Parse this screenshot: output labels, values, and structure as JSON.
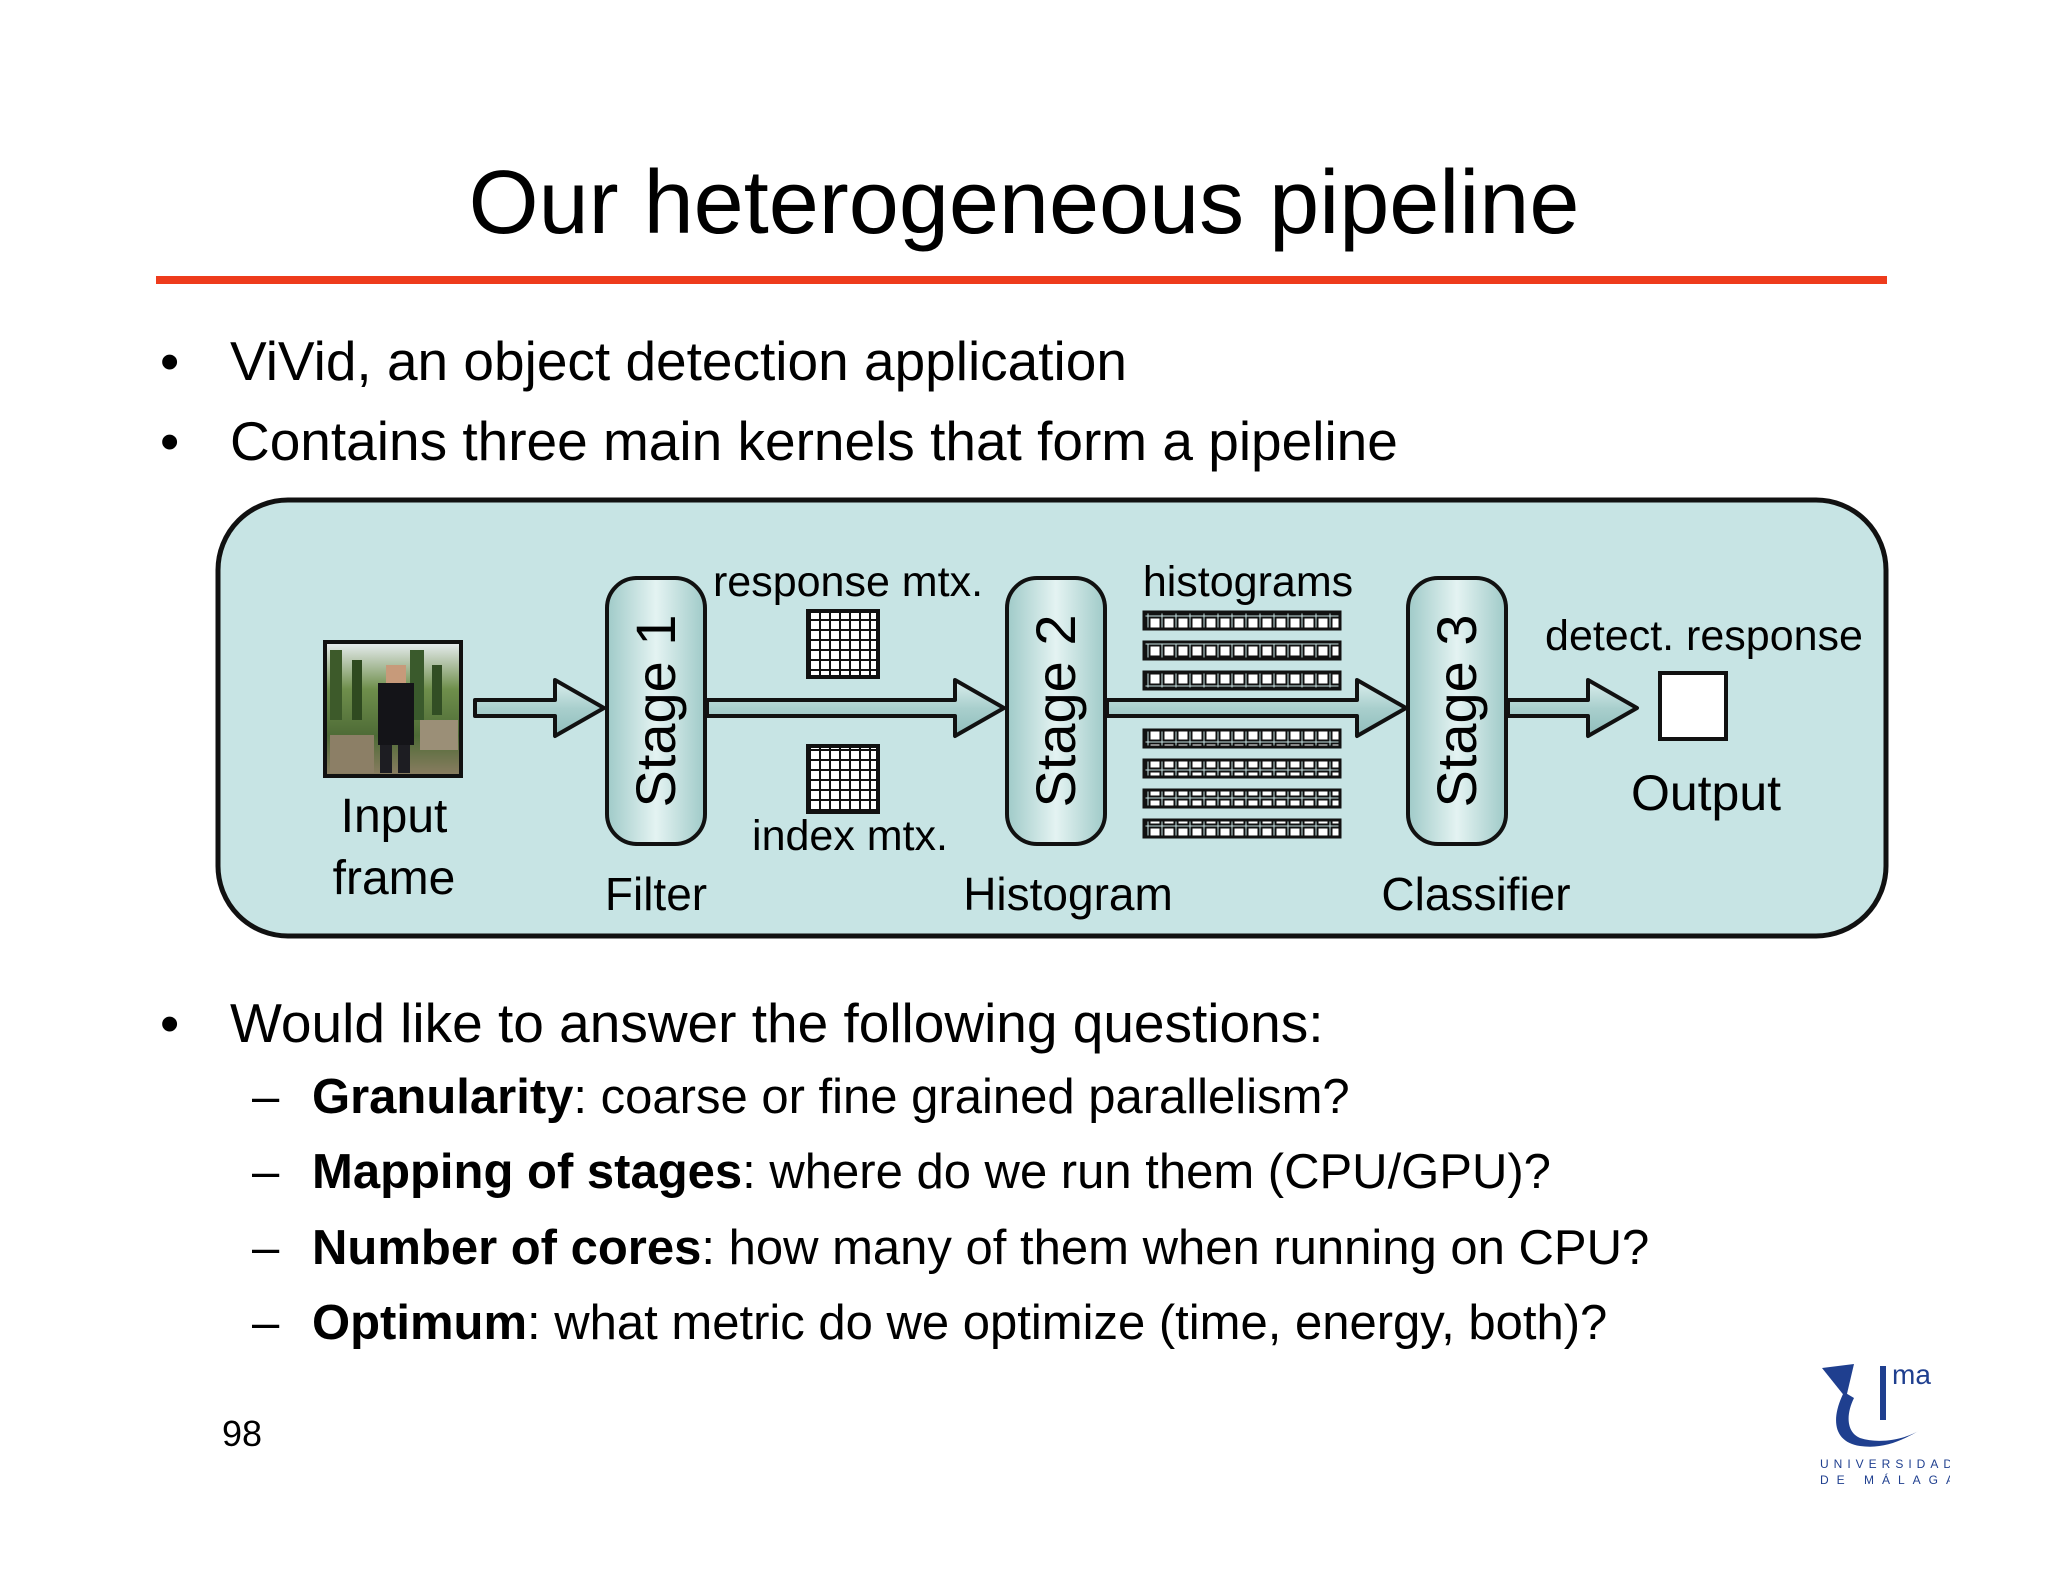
{
  "slide": {
    "title": "Our heterogeneous pipeline",
    "number": "98",
    "accent_color": "#ee3b1c"
  },
  "bullets": [
    {
      "text": "ViVid, an object detection application"
    },
    {
      "text": "Contains three main kernels that form a pipeline"
    },
    {
      "text": "Would like to answer the following questions:"
    }
  ],
  "questions": [
    {
      "term": "Granularity",
      "rest": ": coarse or fine grained parallelism?"
    },
    {
      "term": "Mapping of stages",
      "rest": ": where do we run them (CPU/GPU)?"
    },
    {
      "term": "Number of cores",
      "rest": ": how many of them when running on CPU?"
    },
    {
      "term": "Optimum",
      "rest": ": what metric do we optimize (time, energy, both)?"
    }
  ],
  "diagram": {
    "panel_color": "#c7e4e4",
    "input": {
      "line1": "Input",
      "line2": "frame"
    },
    "stages": [
      {
        "label": "Stage 1",
        "caption": "Filter"
      },
      {
        "label": "Stage 2",
        "caption": "Histogram"
      },
      {
        "label": "Stage 3",
        "caption": "Classifier"
      }
    ],
    "response_label": "response mtx.",
    "index_label": "index mtx.",
    "histograms_label": "histograms",
    "detect_label": "detect. response",
    "output_label": "Output"
  },
  "logo": {
    "mark": "ma",
    "line1": "UNIVERSIDAD",
    "line2": "DE MÁLAGA",
    "color": "#1f3f8f"
  }
}
